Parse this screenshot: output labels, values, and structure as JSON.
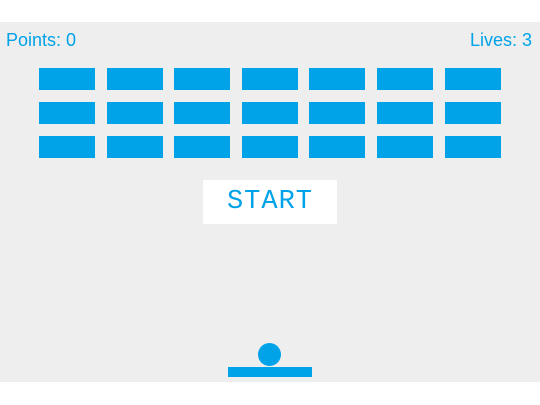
{
  "colors": {
    "accent": "#00a2e8",
    "background": "#eeeeee",
    "button_bg": "#ffffff"
  },
  "hud": {
    "points_label": "Points: 0",
    "lives_label": "Lives: 3"
  },
  "bricks": {
    "rows": 3,
    "columns": 7,
    "remaining": 21
  },
  "start_button": {
    "label": "START"
  }
}
